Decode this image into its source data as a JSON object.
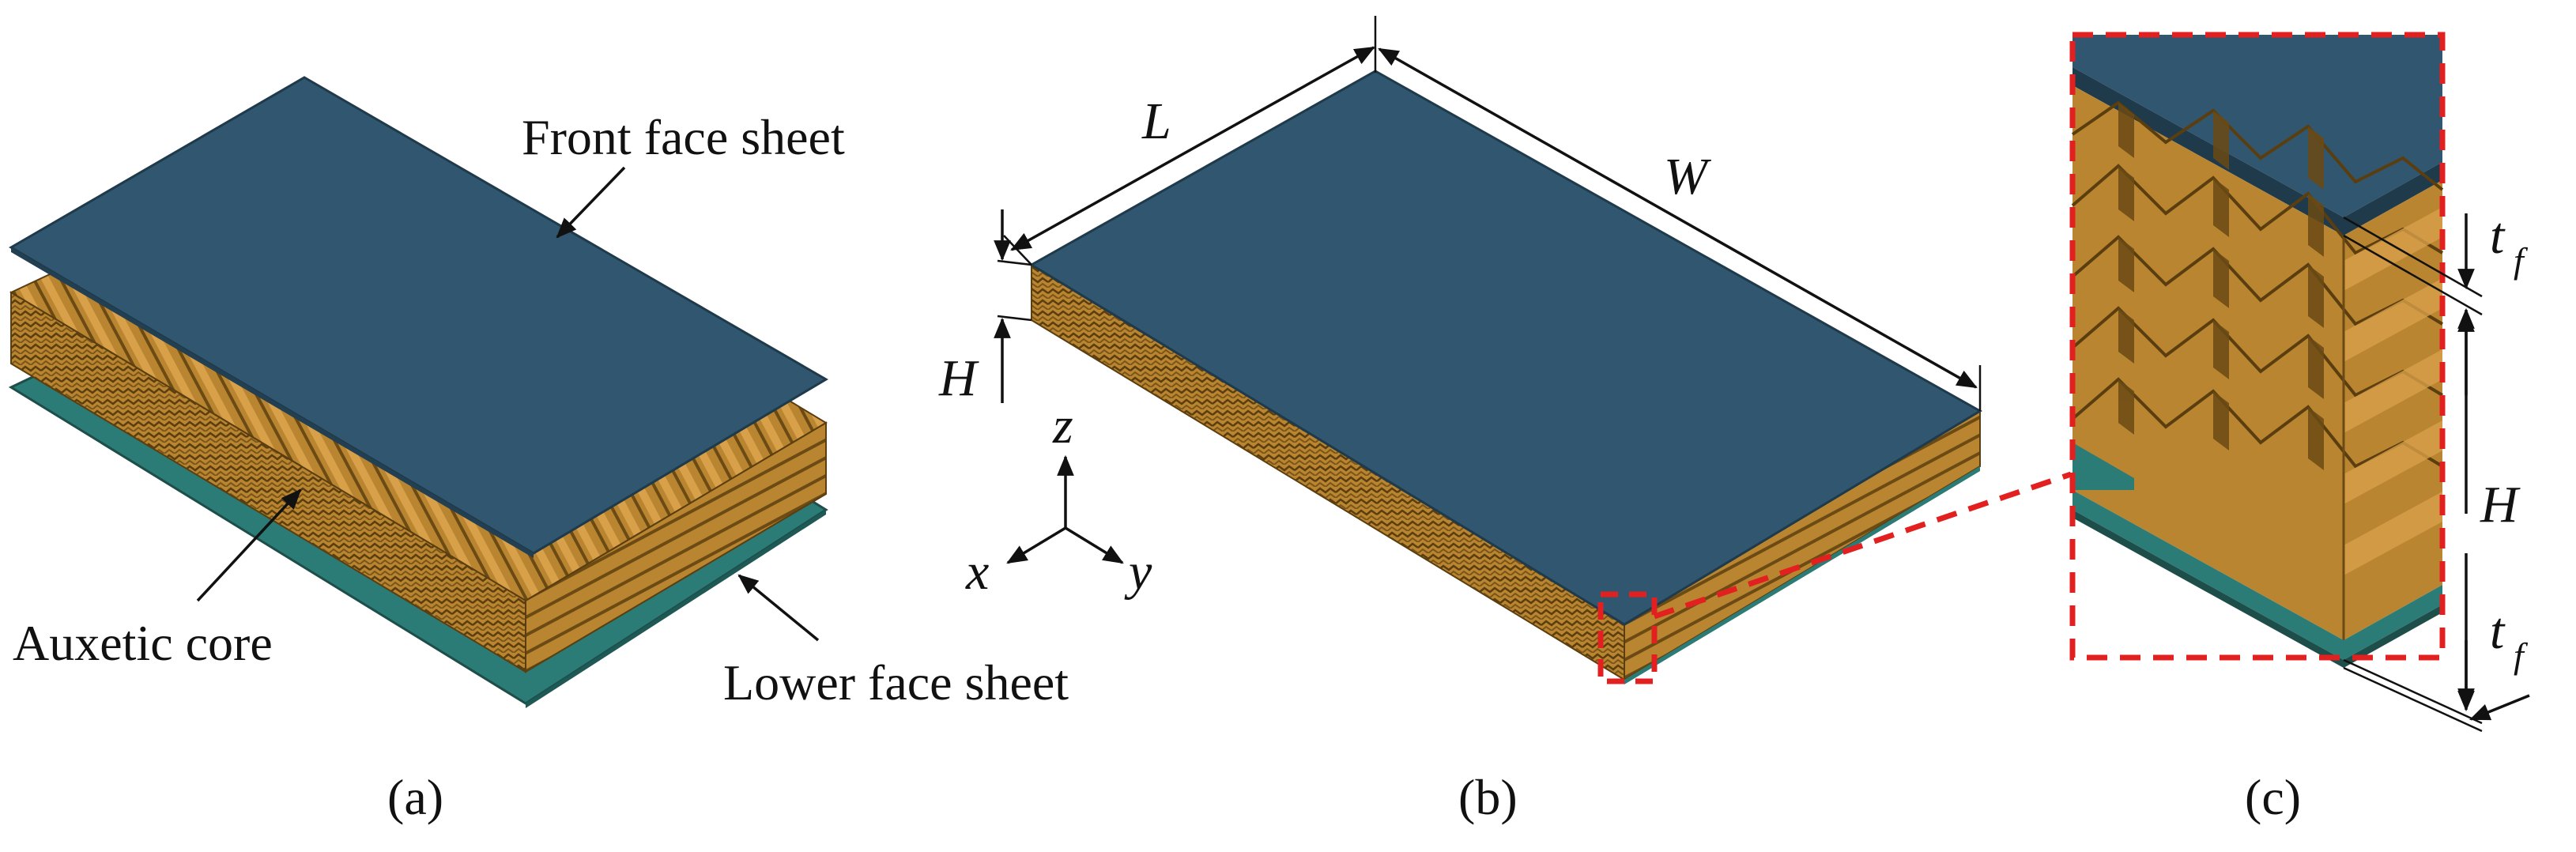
{
  "panels": {
    "a": {
      "caption": "(a)",
      "labels": {
        "front": "Front face sheet",
        "core": "Auxetic core",
        "lower": "Lower face sheet"
      }
    },
    "b": {
      "caption": "(b)",
      "dims": {
        "L": "L",
        "W": "W",
        "H": "H"
      },
      "axes": {
        "z": "z",
        "x": "x",
        "y": "y"
      }
    },
    "c": {
      "caption": "(c)",
      "dims": {
        "tf_main": "t",
        "tf_sub": "f",
        "H": "H"
      }
    }
  },
  "colors": {
    "face_sheet_front": "#31566f",
    "face_sheet_lower": "#2b7b76",
    "core": "#b98530",
    "core_dark": "#6b4a14",
    "highlight_box": "#e32020"
  }
}
